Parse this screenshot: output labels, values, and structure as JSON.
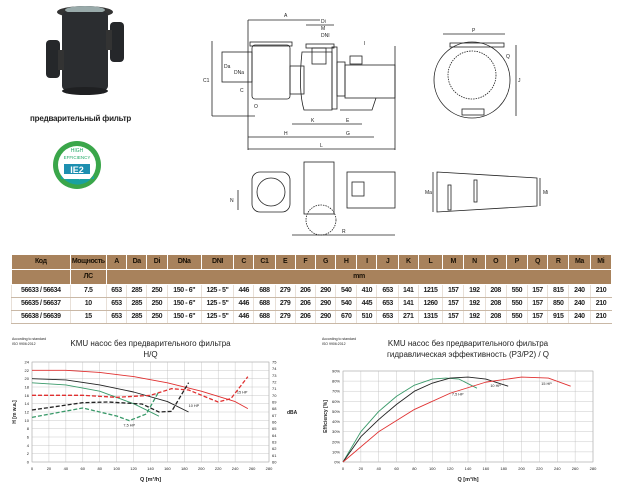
{
  "filter": {
    "caption": "предварительный фильтр"
  },
  "badge": {
    "line1": "HIGH",
    "line2": "EFFICIENCY",
    "mark": "IE2",
    "line3": "Motor Compliance"
  },
  "drawing_labels": {
    "A": "A",
    "Di": "Di",
    "M": "M",
    "DNI": "DNI",
    "I": "I",
    "C1": "C1",
    "Da": "Da",
    "DNa": "DNa",
    "C": "C",
    "O": "O",
    "K": "K",
    "E": "E",
    "H": "H",
    "G": "G",
    "L": "L",
    "P": "P",
    "Q": "Q",
    "J": "J",
    "N": "N",
    "R": "R",
    "Ma": "Ma",
    "Mi": "Mi"
  },
  "table": {
    "headers": [
      "Код",
      "Мощность",
      "A",
      "Da",
      "Di",
      "DNa",
      "DNI",
      "C",
      "C1",
      "E",
      "F",
      "G",
      "H",
      "I",
      "J",
      "K",
      "L",
      "M",
      "N",
      "O",
      "P",
      "Q",
      "R",
      "Ma",
      "Mi"
    ],
    "units": {
      "power": "ЛС",
      "dims": "mm"
    },
    "rows": [
      [
        "56633 / 56634",
        "7.5",
        "653",
        "285",
        "250",
        "150 - 6\"",
        "125 - 5\"",
        "446",
        "688",
        "279",
        "206",
        "290",
        "540",
        "410",
        "653",
        "141",
        "1215",
        "157",
        "192",
        "208",
        "550",
        "157",
        "815",
        "240",
        "210"
      ],
      [
        "56635 / 56637",
        "10",
        "653",
        "285",
        "250",
        "150 - 6\"",
        "125 - 5\"",
        "446",
        "688",
        "279",
        "206",
        "290",
        "540",
        "445",
        "653",
        "141",
        "1260",
        "157",
        "192",
        "208",
        "550",
        "157",
        "850",
        "240",
        "210"
      ],
      [
        "56638 / 56639",
        "15",
        "653",
        "285",
        "250",
        "150 - 6\"",
        "125 - 5\"",
        "446",
        "688",
        "279",
        "206",
        "290",
        "670",
        "510",
        "653",
        "271",
        "1315",
        "157",
        "192",
        "208",
        "550",
        "157",
        "915",
        "240",
        "210"
      ]
    ]
  },
  "chart_data": [
    {
      "type": "line",
      "standard": [
        "According to standard",
        "ISO 9906:2012"
      ],
      "title": "KMU насос без предварительного фильтра",
      "subtitle": "H/Q",
      "xlabel": "Q [m³/h]",
      "ylabel": "H [m w.a.]",
      "y2label": "dBA",
      "xlim": [
        0,
        280
      ],
      "ylim": [
        0,
        24
      ],
      "y2lim": [
        60,
        75
      ],
      "xticks": [
        0,
        20,
        40,
        60,
        80,
        100,
        120,
        140,
        160,
        180,
        200,
        220,
        240,
        260,
        280
      ],
      "yticks": [
        0,
        2,
        4,
        6,
        8,
        10,
        12,
        14,
        16,
        18,
        20,
        22,
        24
      ],
      "y2ticks": [
        60,
        61,
        62,
        63,
        64,
        65,
        66,
        67,
        68,
        69,
        70,
        71,
        72,
        73,
        74,
        75
      ],
      "grid": true,
      "series": [
        {
          "name": "15 HP",
          "axis": "H",
          "color": "#e03030",
          "x": [
            0,
            40,
            80,
            120,
            160,
            200,
            240,
            255
          ],
          "y": [
            22,
            22,
            21.5,
            20.5,
            19,
            17,
            14.5,
            12.8
          ]
        },
        {
          "name": "10 HP",
          "axis": "H",
          "color": "#222222",
          "x": [
            0,
            40,
            80,
            120,
            160,
            185
          ],
          "y": [
            20,
            19.7,
            18.5,
            16.8,
            14.5,
            12
          ]
        },
        {
          "name": "7,5 HP",
          "axis": "H",
          "color": "#3a9a6a",
          "x": [
            0,
            40,
            80,
            120,
            150
          ],
          "y": [
            19,
            18.5,
            17,
            14,
            11
          ]
        },
        {
          "name": "15 HP dBA",
          "axis": "dBA",
          "dashed": true,
          "color": "#e03030",
          "x": [
            0,
            60,
            100,
            140,
            165,
            185,
            220,
            235,
            255
          ],
          "y": [
            70,
            70,
            69.7,
            70,
            71,
            70.8,
            69,
            69.5,
            72.8
          ]
        },
        {
          "name": "10 HP dBA",
          "axis": "dBA",
          "dashed": true,
          "color": "#222222",
          "x": [
            0,
            60,
            90,
            130,
            150,
            165,
            185
          ],
          "y": [
            67.8,
            68.9,
            69,
            68.7,
            67.5,
            67.6,
            71.9
          ]
        },
        {
          "name": "7,5 HP dBA",
          "axis": "dBA",
          "dashed": true,
          "color": "#3a9a6a",
          "x": [
            0,
            60,
            100,
            115,
            135,
            150
          ],
          "y": [
            66.7,
            68.1,
            66.9,
            66.2,
            67.2,
            70.6
          ]
        }
      ],
      "annotations": [
        {
          "text": "15 HP",
          "x": 242,
          "y": 16.5
        },
        {
          "text": "10 HP",
          "x": 185,
          "y": 13.2
        },
        {
          "text": "7,5 HP",
          "x": 108,
          "y": 8.5
        }
      ]
    },
    {
      "type": "line",
      "standard": [
        "According to standard",
        "ISO 9906:2012"
      ],
      "title": "KMU насос без предварительного фильтра",
      "subtitle": "гидравлическая эффективность (P3/P2) / Q",
      "xlabel": "Q [m³/h]",
      "ylabel": "Efficiency [%]",
      "xlim": [
        0,
        280
      ],
      "ylim": [
        0,
        90
      ],
      "xticks": [
        0,
        20,
        40,
        60,
        80,
        100,
        120,
        140,
        160,
        180,
        200,
        220,
        240,
        260,
        280
      ],
      "yticks": [
        "0%",
        "10%",
        "20%",
        "30%",
        "40%",
        "50%",
        "60%",
        "70%",
        "80%",
        "90%"
      ],
      "grid": true,
      "series": [
        {
          "name": "7,5 HP",
          "color": "#3a9a6a",
          "x": [
            0,
            20,
            40,
            60,
            80,
            100,
            115,
            130,
            150
          ],
          "y": [
            0,
            30,
            50,
            65,
            76,
            82,
            83,
            82,
            73
          ]
        },
        {
          "name": "10 HP",
          "color": "#222222",
          "x": [
            0,
            20,
            40,
            60,
            80,
            100,
            120,
            140,
            160,
            185
          ],
          "y": [
            0,
            25,
            42,
            57,
            70,
            78,
            83,
            84,
            82,
            75
          ]
        },
        {
          "name": "15 HP",
          "color": "#e03030",
          "x": [
            0,
            40,
            80,
            120,
            160,
            200,
            230,
            255
          ],
          "y": [
            0,
            30,
            52,
            68,
            79,
            84,
            83,
            75
          ]
        }
      ],
      "annotations": [
        {
          "text": "7,5 HP",
          "x": 122,
          "y": 66
        },
        {
          "text": "10 HP",
          "x": 165,
          "y": 74
        },
        {
          "text": "15 HP",
          "x": 222,
          "y": 76
        }
      ]
    }
  ]
}
